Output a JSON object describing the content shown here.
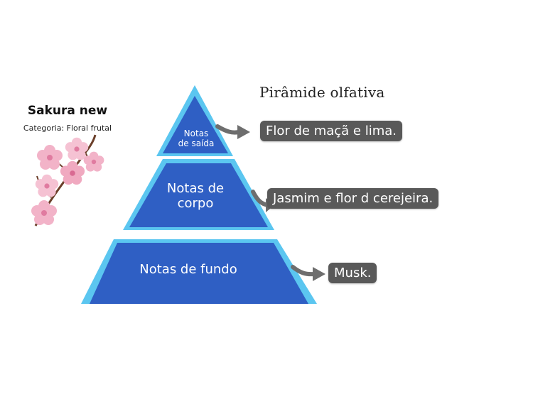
{
  "product": {
    "name": "Sakura new",
    "category": "Categoria: Floral frutal"
  },
  "pyramid": {
    "title": "Pirâmide olfativa",
    "tiers": [
      {
        "label": "Notas de saída",
        "note": "Flor de maçã e lima."
      },
      {
        "label": "Notas de corpo",
        "note": "Jasmim e flor d cerejeira."
      },
      {
        "label": "Notas de fundo",
        "note": "Musk."
      }
    ]
  },
  "colors": {
    "tier_fill": "#2f5fc4",
    "tier_border": "#5bc6f0",
    "note_box": "#595959",
    "arrow": "#6e6e6e",
    "petal": "#f2b3c8",
    "petal_dark": "#e07ba0",
    "branch": "#6b3f2a"
  },
  "illustration": {
    "icon": "cherry-blossom-branch-icon"
  }
}
